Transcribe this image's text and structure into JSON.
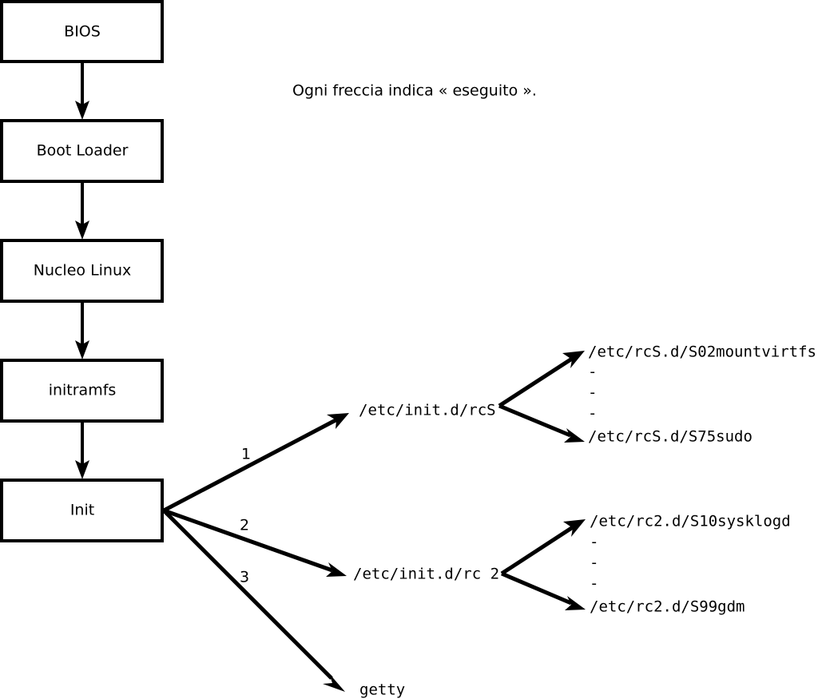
{
  "caption": {
    "text": "Ogni freccia indica « eseguito »."
  },
  "boot_chain": [
    {
      "label": "BIOS"
    },
    {
      "label": "Boot Loader"
    },
    {
      "label": "Nucleo Linux"
    },
    {
      "label": "initramfs"
    },
    {
      "label": "Init"
    }
  ],
  "init_branches": [
    {
      "number": "1",
      "target": "/etc/init.d/rcS"
    },
    {
      "number": "2",
      "target": "/etc/init.d/rc 2"
    },
    {
      "number": "3",
      "target": "getty"
    }
  ],
  "rcs_scripts": {
    "first": "/etc/rcS.d/S02mountvirtfs",
    "ellipsis": [
      "-",
      "-",
      "-"
    ],
    "last": "/etc/rcS.d/S75sudo"
  },
  "rc2_scripts": {
    "first": "/etc/rc2.d/S10sysklogd",
    "ellipsis": [
      "-",
      "-",
      "-"
    ],
    "last": "/etc/rc2.d/S99gdm"
  },
  "colors": {
    "stroke": "#000000",
    "fill": "#ffffff",
    "background": "#ffffff"
  }
}
